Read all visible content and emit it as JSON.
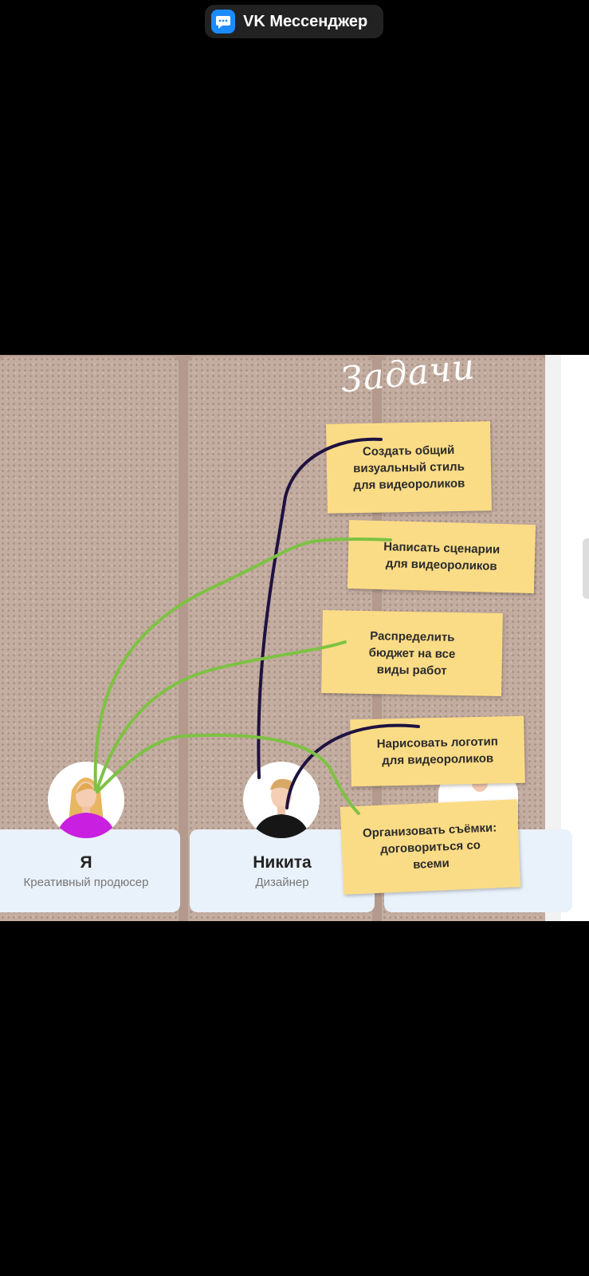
{
  "app": {
    "name": "VK Мессенджер"
  },
  "board": {
    "title": "Задачи"
  },
  "people": [
    {
      "name": "Я",
      "role": "Креативный продюсер"
    },
    {
      "name": "Никита",
      "role": "Дизайнер"
    }
  ],
  "tasks": [
    "Создать общий визуальный стиль для видеороликов",
    "Написать сценарии для видеороликов",
    "Распределить бюджет на все виды работ",
    "Нарисовать логотип для видеороликов",
    "Организовать съёмки: договориться со всеми"
  ],
  "colors": {
    "board": "#b39a8d",
    "note": "#fbdc86",
    "card": "#e9f1fb",
    "stroke_dark": "#1e1240",
    "stroke_green": "#7dc243",
    "app_icon": "#1a8cff"
  }
}
